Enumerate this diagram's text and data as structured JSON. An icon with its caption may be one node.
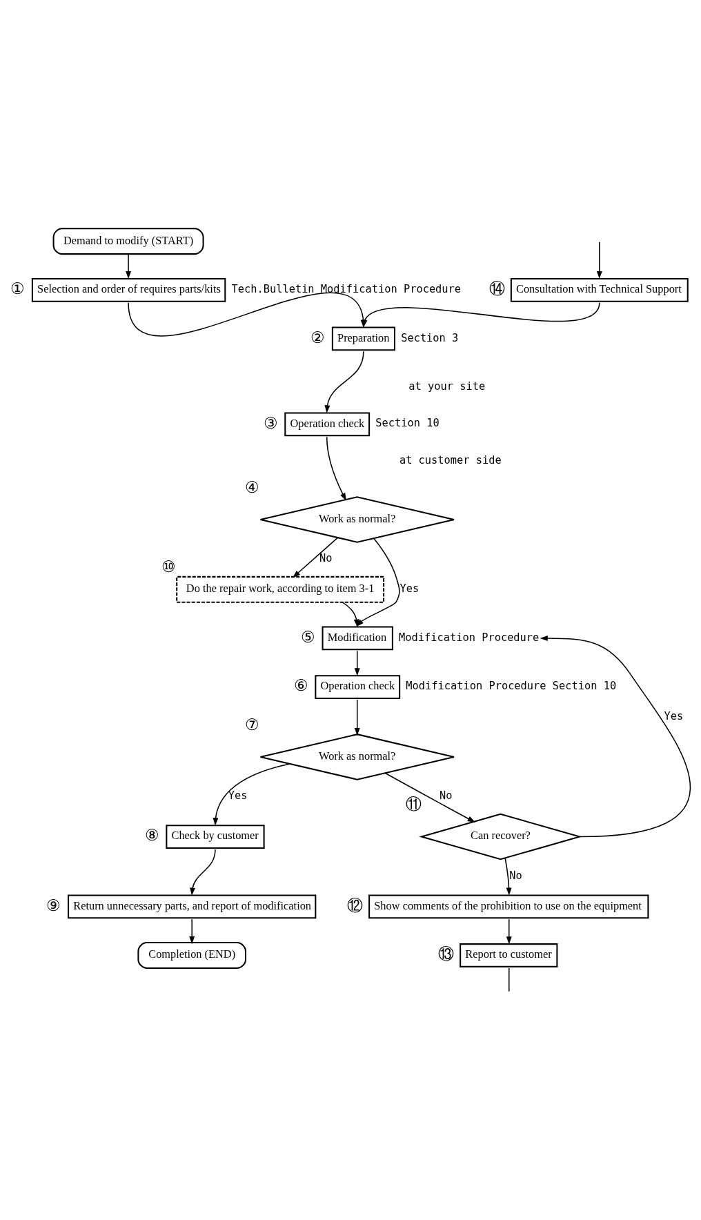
{
  "diagram": {
    "nodes": [
      {
        "text": [
          "Demand to modify (START)"
        ]
      },
      {
        "text": [
          "Selection and order of requires parts/kits"
        ],
        "beside": [
          "①",
          "Tech.Bulletin Modification Procedure"
        ]
      },
      {
        "text": [
          "Consultation with Technical Support"
        ],
        "beside": [
          "⑭"
        ]
      },
      {
        "text": [
          "Preparation"
        ],
        "beside": [
          "②",
          "Section 3"
        ]
      },
      {
        "text": [
          "Operation check"
        ],
        "beside": [
          "③",
          "Section 10"
        ]
      },
      {
        "text": [
          "Work as normal?"
        ],
        "beside": [
          "④"
        ]
      },
      {
        "text": [
          "Do the repair work, according to item 3-1"
        ],
        "beside": [
          "⑩"
        ]
      },
      {
        "text": [
          "Modification"
        ],
        "beside": [
          "⑤",
          "Modification Procedure"
        ]
      },
      {
        "text": [
          "Operation check"
        ],
        "beside": [
          "⑥",
          "Modification Procedure Section 10"
        ]
      },
      {
        "text": [
          "Work as normal?"
        ],
        "beside": [
          "⑦"
        ]
      },
      {
        "text": [
          "Can recover?"
        ],
        "beside": [
          "⑪"
        ]
      },
      {
        "text": [
          "Check by customer"
        ],
        "beside": [
          "⑧"
        ]
      },
      {
        "text": [
          "Return unnecessary parts, and report of modification"
        ],
        "beside": [
          "⑨"
        ]
      },
      {
        "text": [
          "Completion (END)"
        ]
      },
      {
        "text": [
          "Show comments of the prohibition to use on the equipment"
        ],
        "beside": [
          "⑫"
        ]
      },
      {
        "text": [
          "Report to customer"
        ],
        "beside": [
          "⑬"
        ]
      }
    ],
    "edges": [
      {
        "from": 0,
        "to": 1,
        "arrow": "to"
      },
      {
        "from": 1,
        "to": 3,
        "arrow": "to"
      },
      {
        "from": 2,
        "to": 3,
        "arrow": "to"
      },
      {
        "from": 3,
        "to": 4,
        "arrow": "to"
      },
      {
        "from": 4,
        "to": 5,
        "arrow": "to"
      },
      {
        "from": 5,
        "to": 6,
        "arrow": "to",
        "label": "No"
      },
      {
        "from": 5,
        "to": 7,
        "arrow": "to",
        "label": "Yes"
      },
      {
        "from": 6,
        "to": 7,
        "arrow": "to"
      },
      {
        "from": 7,
        "to": 8,
        "arrow": "to"
      },
      {
        "from": 8,
        "to": 9,
        "arrow": "to"
      },
      {
        "from": 9,
        "to": 10,
        "arrow": "to",
        "label": "No"
      },
      {
        "from": 9,
        "to": 11,
        "arrow": "to",
        "label": "Yes"
      },
      {
        "from": 10,
        "to": 7,
        "arrow": "to",
        "label": "Yes"
      },
      {
        "from": 10,
        "to": 14,
        "arrow": "to",
        "label": "No"
      },
      {
        "from": 11,
        "to": 12,
        "arrow": "to"
      },
      {
        "from": 12,
        "to": 13,
        "arrow": "to"
      },
      {
        "from": 14,
        "to": 15,
        "arrow": "to"
      },
      {
        "from": 15,
        "to": null,
        "arrow": "none"
      },
      {
        "from": null,
        "to": 2,
        "arrow": "to"
      }
    ],
    "labels": [
      "at your site",
      "at customer side"
    ]
  }
}
